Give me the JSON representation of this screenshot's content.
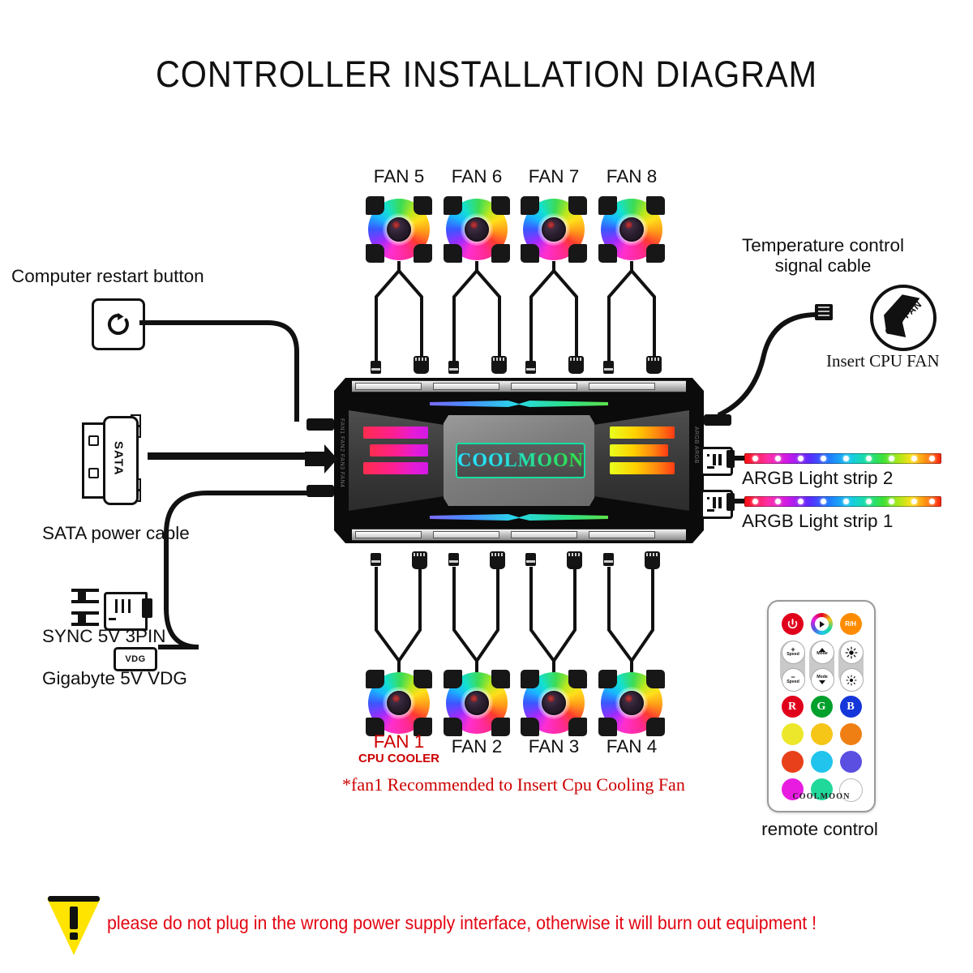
{
  "title": "CONTROLLER INSTALLATION DIAGRAM",
  "controller": {
    "brand": "COOLMOON",
    "side_text_left": "FAN1 FAN2 FAN3 FAN4",
    "side_text_right": "ARGB ARGB"
  },
  "fans_top": [
    {
      "label": "FAN 5"
    },
    {
      "label": "FAN 6"
    },
    {
      "label": "FAN 7"
    },
    {
      "label": "FAN 8"
    }
  ],
  "fans_bottom": [
    {
      "label": "FAN 1",
      "sublabel": "CPU COOLER",
      "highlight_color": "#cc0000"
    },
    {
      "label": "FAN 2",
      "sublabel": ""
    },
    {
      "label": "FAN 3",
      "sublabel": ""
    },
    {
      "label": "FAN 4",
      "sublabel": ""
    }
  ],
  "note_fan1": "*fan1 Recommended to Insert  Cpu Cooling Fan",
  "left_labels": {
    "restart": "Computer restart button",
    "restart_icon": "restart-arrow-icon",
    "sata_connector_text": "SATA",
    "sata": "SATA power cable",
    "sync": "SYNC 5V 3PIN",
    "vdg_connector_text": "VDG",
    "vdg": "Gigabyte 5V VDG"
  },
  "right_labels": {
    "temp_cable_line1": "Temperature control",
    "temp_cable_line2": "signal cable",
    "cpu_fan_badge": "CPU FAN",
    "insert_cpu_fan": "Insert CPU FAN",
    "argb2": "ARGB Light strip 2",
    "argb1": "ARGB Light strip 1",
    "remote": "remote control"
  },
  "remote": {
    "brand": "COOLMOON",
    "buttons": [
      {
        "name": "power",
        "label": "",
        "color": "#e0001b"
      },
      {
        "name": "play",
        "label": "",
        "color": "#ffffff"
      },
      {
        "name": "r-h",
        "label": "R/H",
        "color": "#ff8c00"
      },
      {
        "name": "speed-up",
        "label": "Speed",
        "color": "#ffffff"
      },
      {
        "name": "mode-up",
        "label": "Mode",
        "color": "#ffffff"
      },
      {
        "name": "bright-up",
        "label": "",
        "color": "#ffffff"
      },
      {
        "name": "speed-down",
        "label": "Speed",
        "color": "#ffffff"
      },
      {
        "name": "mode-down",
        "label": "Mode",
        "color": "#ffffff"
      },
      {
        "name": "bright-down",
        "label": "",
        "color": "#ffffff"
      },
      {
        "name": "red",
        "label": "R",
        "color": "#e0001b"
      },
      {
        "name": "green",
        "label": "G",
        "color": "#00a02c"
      },
      {
        "name": "blue",
        "label": "B",
        "color": "#1536d8"
      },
      {
        "name": "yellow",
        "label": "",
        "color": "#ece72a"
      },
      {
        "name": "gold",
        "label": "",
        "color": "#f5c518"
      },
      {
        "name": "orange",
        "label": "",
        "color": "#f07f13"
      },
      {
        "name": "red-orange",
        "label": "",
        "color": "#e8401a"
      },
      {
        "name": "cyan",
        "label": "",
        "color": "#20c4ec"
      },
      {
        "name": "violet",
        "label": "",
        "color": "#5a4fe0"
      },
      {
        "name": "magenta",
        "label": "",
        "color": "#e81ce0"
      },
      {
        "name": "spring-green",
        "label": "",
        "color": "#20d89a"
      },
      {
        "name": "white",
        "label": "",
        "color": "#ffffff"
      }
    ]
  },
  "warning": {
    "text": "please do not plug in the wrong power supply interface, otherwise it will burn out equipment !",
    "color": "#e30613"
  }
}
